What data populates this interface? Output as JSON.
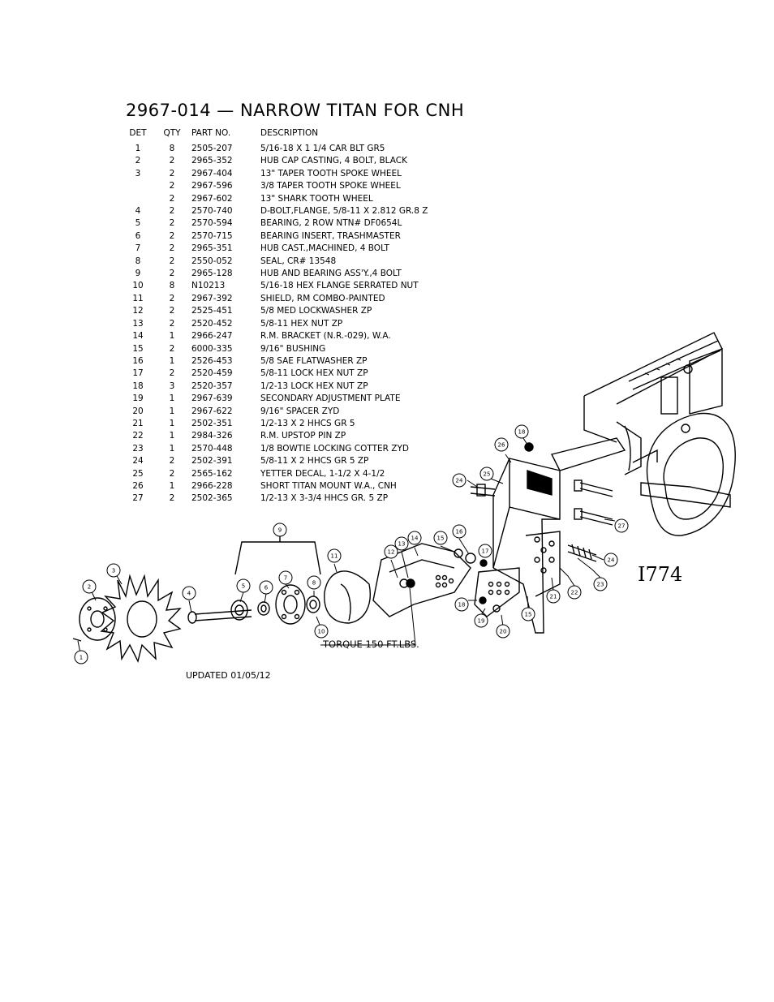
{
  "title": "2967-014 — NARROW TITAN FOR CNH",
  "table": {
    "headers": {
      "det": "DET",
      "qty": "QTY",
      "part": "PART NO.",
      "desc": "DESCRIPTION"
    },
    "rows": [
      {
        "det": "1",
        "qty": "8",
        "part": "2505-207",
        "desc": "5/16-18 X 1 1/4 CAR BLT GR5"
      },
      {
        "det": "2",
        "qty": "2",
        "part": "2965-352",
        "desc": "HUB CAP CASTING, 4 BOLT, BLACK"
      },
      {
        "det": "3",
        "qty": "2",
        "part": "2967-404",
        "desc": "13\" TAPER TOOTH SPOKE WHEEL"
      },
      {
        "det": "",
        "qty": "2",
        "part": "2967-596",
        "desc": "3/8 TAPER TOOTH SPOKE WHEEL"
      },
      {
        "det": "",
        "qty": "2",
        "part": "2967-602",
        "desc": "13\" SHARK TOOTH WHEEL"
      },
      {
        "det": "4",
        "qty": "2",
        "part": "2570-740",
        "desc": "D-BOLT,FLANGE, 5/8-11 X 2.812 GR.8 Z"
      },
      {
        "det": "5",
        "qty": "2",
        "part": "2570-594",
        "desc": "BEARING, 2 ROW NTN# DF0654L"
      },
      {
        "det": "6",
        "qty": "2",
        "part": "2570-715",
        "desc": "BEARING INSERT, TRASHMASTER"
      },
      {
        "det": "7",
        "qty": "2",
        "part": "2965-351",
        "desc": "HUB CAST.,MACHINED, 4 BOLT"
      },
      {
        "det": "8",
        "qty": "2",
        "part": "2550-052",
        "desc": "SEAL, CR# 13548"
      },
      {
        "det": "9",
        "qty": "2",
        "part": "2965-128",
        "desc": "HUB AND BEARING ASS'Y.,4 BOLT"
      },
      {
        "det": "10",
        "qty": "8",
        "part": "N10213",
        "desc": "5/16-18 HEX FLANGE SERRATED NUT"
      },
      {
        "det": "11",
        "qty": "2",
        "part": "2967-392",
        "desc": "SHIELD, RM COMBO-PAINTED"
      },
      {
        "det": "12",
        "qty": "2",
        "part": "2525-451",
        "desc": "5/8 MED LOCKWASHER ZP"
      },
      {
        "det": "13",
        "qty": "2",
        "part": "2520-452",
        "desc": "5/8-11 HEX NUT ZP"
      },
      {
        "det": "14",
        "qty": "1",
        "part": "2966-247",
        "desc": "R.M. BRACKET (N.R.-029), W.A."
      },
      {
        "det": "15",
        "qty": "2",
        "part": "6000-335",
        "desc": "9/16\" BUSHING"
      },
      {
        "det": "16",
        "qty": "1",
        "part": "2526-453",
        "desc": "5/8 SAE FLATWASHER ZP"
      },
      {
        "det": "17",
        "qty": "2",
        "part": "2520-459",
        "desc": "5/8-11 LOCK HEX NUT ZP"
      },
      {
        "det": "18",
        "qty": "3",
        "part": "2520-357",
        "desc": "1/2-13 LOCK HEX NUT ZP"
      },
      {
        "det": "19",
        "qty": "1",
        "part": "2967-639",
        "desc": "SECONDARY ADJUSTMENT PLATE"
      },
      {
        "det": "20",
        "qty": "1",
        "part": "2967-622",
        "desc": "9/16\" SPACER ZYD"
      },
      {
        "det": "21",
        "qty": "1",
        "part": "2502-351",
        "desc": "1/2-13 X 2 HHCS GR 5"
      },
      {
        "det": "22",
        "qty": "1",
        "part": "2984-326",
        "desc": "R.M. UPSTOP PIN ZP"
      },
      {
        "det": "23",
        "qty": "1",
        "part": "2570-448",
        "desc": "1/8 BOWTIE LOCKING COTTER ZYD"
      },
      {
        "det": "24",
        "qty": "2",
        "part": "2502-391",
        "desc": "5/8-11 X 2 HHCS GR 5 ZP"
      },
      {
        "det": "25",
        "qty": "2",
        "part": "2565-162",
        "desc": "YETTER DECAL, 1-1/2 X 4-1/2"
      },
      {
        "det": "26",
        "qty": "1",
        "part": "2966-228",
        "desc": "SHORT TITAN MOUNT W.A., CNH"
      },
      {
        "det": "27",
        "qty": "2",
        "part": "2502-365",
        "desc": "1/2-13 X 3-3/4 HHCS GR. 5 ZP"
      }
    ]
  },
  "torque_note": "TORQUE 150 FT.LBS.",
  "drawing_id": "I774",
  "updated": "UPDATED 01/05/12",
  "balloons": [
    "1",
    "2",
    "3",
    "4",
    "5",
    "6",
    "7",
    "8",
    "9",
    "10",
    "11",
    "12",
    "13",
    "14",
    "15",
    "15",
    "16",
    "17",
    "18",
    "18",
    "19",
    "20",
    "21",
    "22",
    "23",
    "24",
    "24",
    "25",
    "26",
    "27"
  ]
}
